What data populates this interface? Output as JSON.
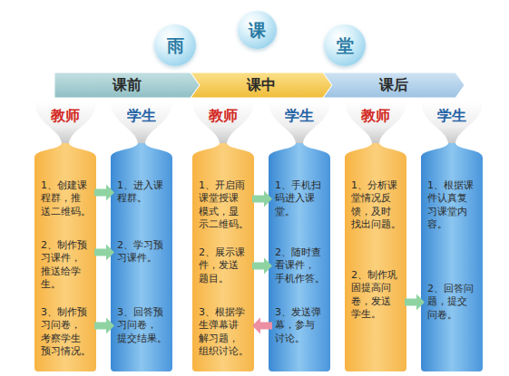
{
  "diagram": {
    "nodes": [
      {
        "text": [
          "雨"
        ]
      },
      {
        "text": [
          "课"
        ]
      },
      {
        "text": [
          "堂"
        ]
      },
      {
        "text": [
          "课前"
        ]
      },
      {
        "text": [
          "课中"
        ]
      },
      {
        "text": [
          "课后"
        ]
      },
      {
        "text": [
          "教师"
        ]
      },
      {
        "text": [
          "1、创建课 程群，推 送二维码。"
        ],
        "in": 6
      },
      {
        "text": [
          "2、制作预 习课件， 推送给学 生。"
        ],
        "in": 6
      },
      {
        "text": [
          "3、制作预 习问卷， 考察学生 预习情况。"
        ],
        "in": 6
      },
      {
        "text": [
          "学生"
        ]
      },
      {
        "text": [
          "1、进入课 程群。"
        ],
        "in": 10
      },
      {
        "text": [
          "2、学习预 习课件。"
        ],
        "in": 10
      },
      {
        "text": [
          "3、回答预 习问卷， 提交结果。"
        ],
        "in": 10
      },
      {
        "text": [
          "教师"
        ]
      },
      {
        "text": [
          "1、开启雨 课堂授课 模式，显 示二维码。"
        ],
        "in": 14
      },
      {
        "text": [
          "2、展示课 件，发送 题目。"
        ],
        "in": 14
      },
      {
        "text": [
          "3、根据学 生弹幕讲 解习题， 组织讨论。"
        ],
        "in": 14
      },
      {
        "text": [
          "学生"
        ]
      },
      {
        "text": [
          "1、手机扫 码进入课 堂。"
        ],
        "in": 18
      },
      {
        "text": [
          "2、随时查 看课件， 手机作答。"
        ],
        "in": 18
      },
      {
        "text": [
          "3、发送弹 幕，参与 讨论。"
        ],
        "in": 18
      },
      {
        "text": [
          "教师"
        ]
      },
      {
        "text": [
          "1、分析课 堂情况反 馈，及时 找出问题。"
        ],
        "in": 22
      },
      {
        "text": [
          "2、制作巩 固提高问 卷，发送 学生。"
        ],
        "in": 22
      },
      {
        "text": [
          "学生"
        ]
      },
      {
        "text": [
          "1、根据课 件认真复 习课堂内 容。"
        ],
        "in": 25
      },
      {
        "text": [
          "2、回答问 题，提交 问卷。"
        ],
        "in": 25
      }
    ],
    "edges": [
      {
        "from": 7,
        "to": 11,
        "arrow": "to"
      },
      {
        "from": 8,
        "to": 12,
        "arrow": "to"
      },
      {
        "from": 9,
        "to": 13,
        "arrow": "to"
      },
      {
        "from": 15,
        "to": 19,
        "arrow": "to"
      },
      {
        "from": 16,
        "to": 20,
        "arrow": "to"
      },
      {
        "from": 21,
        "to": 17,
        "arrow": "to"
      },
      {
        "from": 24,
        "to": 27,
        "arrow": "to"
      }
    ]
  }
}
